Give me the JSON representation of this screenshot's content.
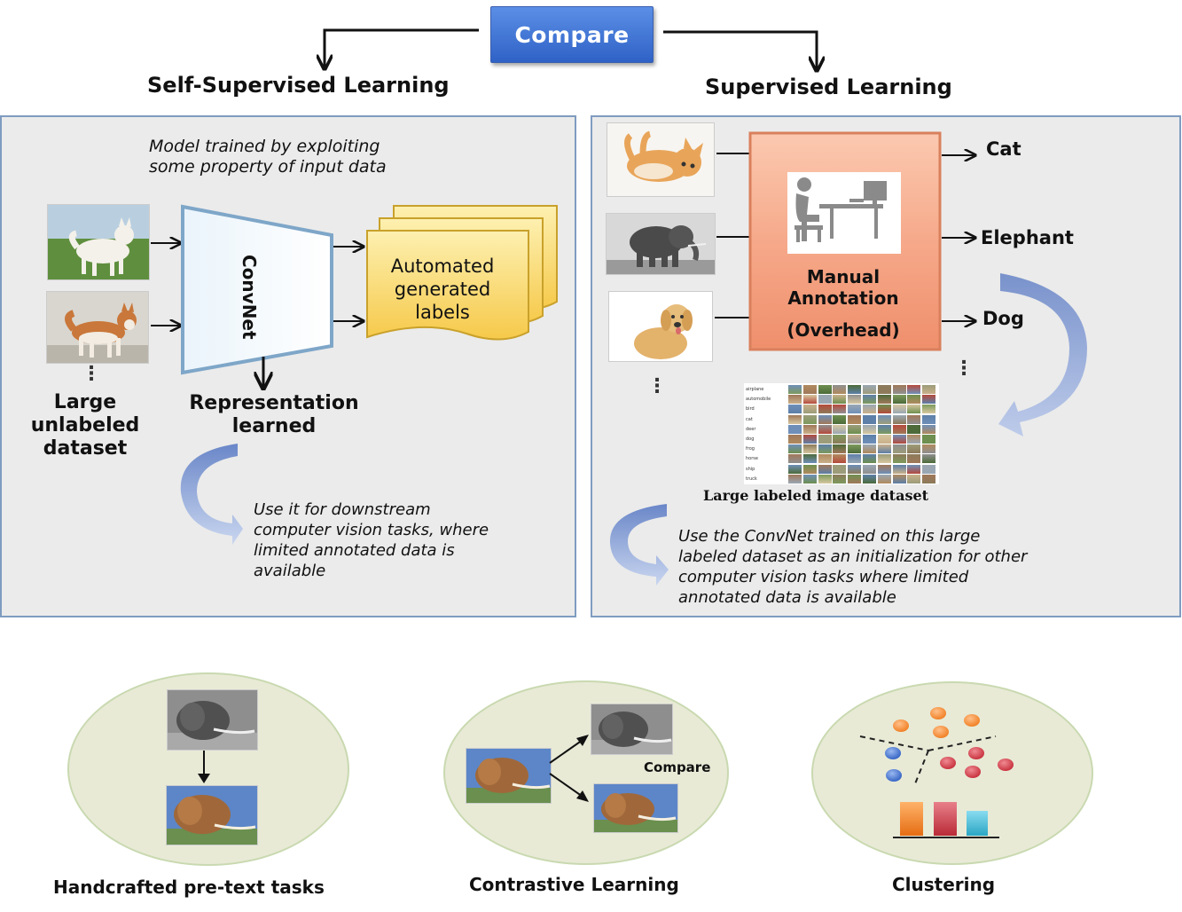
{
  "top": {
    "compare_label": "Compare",
    "left_heading": "Self-Supervised Learning",
    "right_heading": "Supervised Learning"
  },
  "self_supervised": {
    "description_line1": "Model trained by exploiting",
    "description_line2": "some property of input data",
    "model_label": "ConvNet",
    "labels_line1": "Automated",
    "labels_line2": "generated",
    "labels_line3": "labels",
    "dataset_line1": "Large",
    "dataset_line2": "unlabeled",
    "dataset_line3": "dataset",
    "output_line1": "Representation",
    "output_line2": "learned",
    "use_line1": "Use it for downstream",
    "use_line2": "computer vision tasks, where",
    "use_line3": "limited annotated data is",
    "use_line4": "available"
  },
  "supervised": {
    "annotation_line1": "Manual",
    "annotation_line2": "Annotation",
    "annotation_line3": "(Overhead)",
    "class_labels": [
      "Cat",
      "Elephant",
      "Dog"
    ],
    "dataset_caption": "Large labeled image dataset",
    "grid_class_names": [
      "airplane",
      "automobile",
      "bird",
      "cat",
      "deer",
      "dog",
      "frog",
      "horse",
      "ship",
      "truck"
    ],
    "use_line1": "Use the ConvNet trained on this large",
    "use_line2": "labeled dataset as an initialization for other",
    "use_line3": "computer vision tasks where limited",
    "use_line4": "annotated data is available"
  },
  "categories": {
    "handcrafted_label": "Handcrafted pre-text tasks",
    "contrastive_label": "Contrastive Learning",
    "contrastive_compare": "Compare",
    "clustering_label": "Clustering"
  },
  "colors": {
    "compare_button": "#3a6fd8",
    "panel_background": "#ebebeb",
    "panel_border": "#7f9cc0",
    "annotation_box": "#f6a98a",
    "labels_stack": "#fbd766",
    "curved_arrow": "#8fa8da",
    "circle_fill": "#e8ead6",
    "cluster_orange": "#f28c38",
    "cluster_red": "#cf3a45",
    "cluster_blue": "#3d6fcc",
    "cluster_teal": "#3eb6cf"
  }
}
